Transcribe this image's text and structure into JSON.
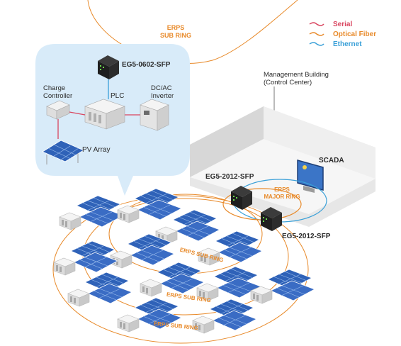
{
  "legend": {
    "serial": "Serial",
    "optical_fiber": "Optical Fiber",
    "ethernet": "Ethernet"
  },
  "colors": {
    "serial": "#d9455f",
    "optical_fiber": "#e88a2a",
    "ethernet": "#3aa0d8",
    "bubble": "#d8ebf9",
    "panel": "#2f62b8"
  },
  "labels": {
    "erps_sub_ring_top": [
      "ERPS",
      "SUB RING"
    ],
    "switch_top": "EG5-0602-SFP",
    "charge_controller": [
      "Charge",
      "Controller"
    ],
    "plc": "PLC",
    "inverter": [
      "DC/AC",
      "Inverter"
    ],
    "pv_array": "PV Array",
    "management_building": [
      "Management Building",
      "(Control Center)"
    ],
    "scada": "SCADA",
    "switch_left": "EG5-2012-SFP",
    "switch_right": "EG5-2012-SFP",
    "erps_major_ring": [
      "ERPS",
      "MAJOR RING"
    ],
    "erps_sub_ring_1": "ERPS SUB RING",
    "erps_sub_ring_2": "ERPS SUB RING",
    "erps_sub_ring_3": "ERPS SUB RING"
  },
  "icons": [
    "pv-panel-icon",
    "network-switch-icon",
    "plc-icon",
    "inverter-icon",
    "charge-controller-icon",
    "scada-monitor-icon",
    "transformer-icon"
  ]
}
